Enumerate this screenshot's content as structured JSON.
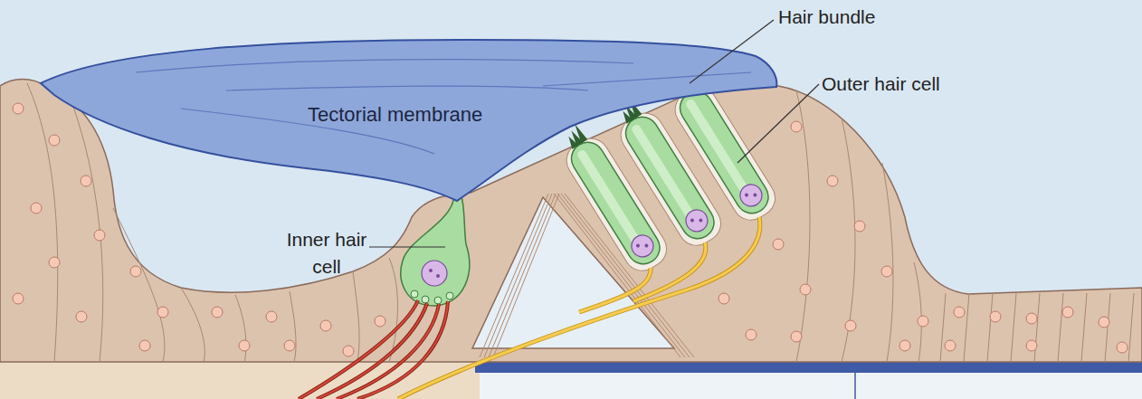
{
  "diagram": {
    "nodes": [
      {
        "text": [
          "Tectorial membrane"
        ]
      }
    ],
    "labels": [
      "Hair bundle",
      "Outer hair cell",
      "Inner hair cell"
    ]
  }
}
